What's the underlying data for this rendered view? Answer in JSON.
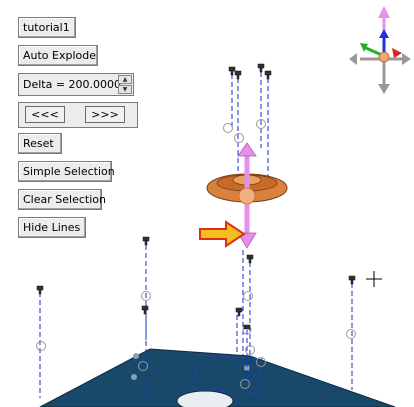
{
  "panel": {
    "title_button": "tutorial1",
    "auto_explode": "Auto Explode",
    "delta_field": "Delta = 200.0000",
    "step_back": "<<<",
    "step_forward": ">>>",
    "reset": "Reset",
    "simple_selection": "Simple Selection",
    "clear_selection": "Clear Selection",
    "hide_lines": "Hide Lines"
  },
  "colors": {
    "plate": "#19496a",
    "explode_line": "#1a2bc8",
    "manipulator": "#e58fe8",
    "selected_part": "#d9823e",
    "hint_arrow": "#f0c020",
    "axis_x": "#e02020",
    "axis_y": "#20b020",
    "axis_z": "#2030e0",
    "axis_neutral": "#999999"
  },
  "icons": {
    "triad": "orientation-triad-icon",
    "cursor": "crosshair-cursor-icon",
    "hint": "yellow-pointer-arrow-icon",
    "spin_up": "spinner-up-icon",
    "spin_down": "spinner-down-icon"
  }
}
